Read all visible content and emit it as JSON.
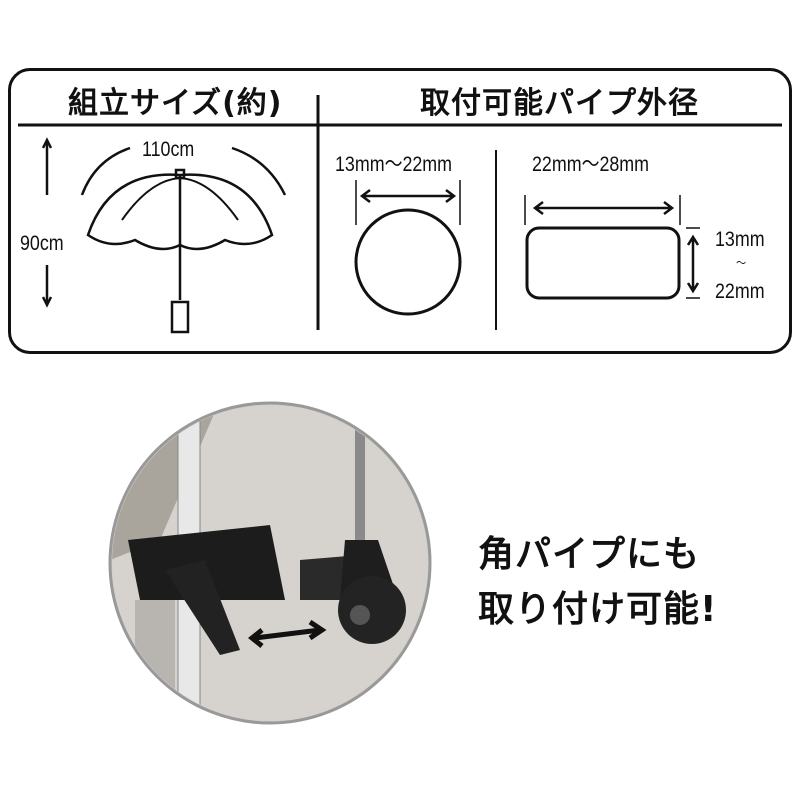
{
  "size_panel": {
    "title": "組立サイズ(約)",
    "width_label": "110cm",
    "height_label": "90cm"
  },
  "pipe_panel": {
    "title": "取付可能パイプ外径",
    "round_label": "13mm～22mm",
    "square_width_label": "22mm～28mm",
    "square_height_min": "13mm",
    "square_height_sep": "～",
    "square_height_max": "22mm"
  },
  "photo": {
    "caption_line1": "角パイプにも",
    "caption_line2": "取り付け可能!"
  }
}
